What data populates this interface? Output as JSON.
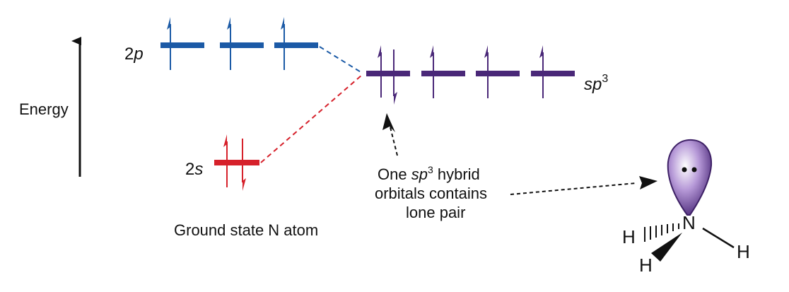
{
  "labels": {
    "energy": "Energy",
    "p_level_num": "2",
    "p_level_letter": "p",
    "s_level_num": "2",
    "s_level_letter": "s",
    "sp3_letters": "sp",
    "sp3_exp": "3",
    "ground_state": "Ground state N atom",
    "note_line1_a": "One ",
    "note_line1_sp": "sp",
    "note_line1_exp": "3",
    "note_line1_b": " hybrid",
    "note_line2": "orbitals contains",
    "note_line3": "lone pair"
  },
  "molecule": {
    "central_atom": "N",
    "substituents": [
      "H",
      "H",
      "H"
    ]
  },
  "colors": {
    "p_orbital": "#1b5aa6",
    "s_orbital": "#d6212b",
    "sp3_orbital": "#4a2878",
    "lobe": "#6a3f9e",
    "ink": "#111111"
  }
}
